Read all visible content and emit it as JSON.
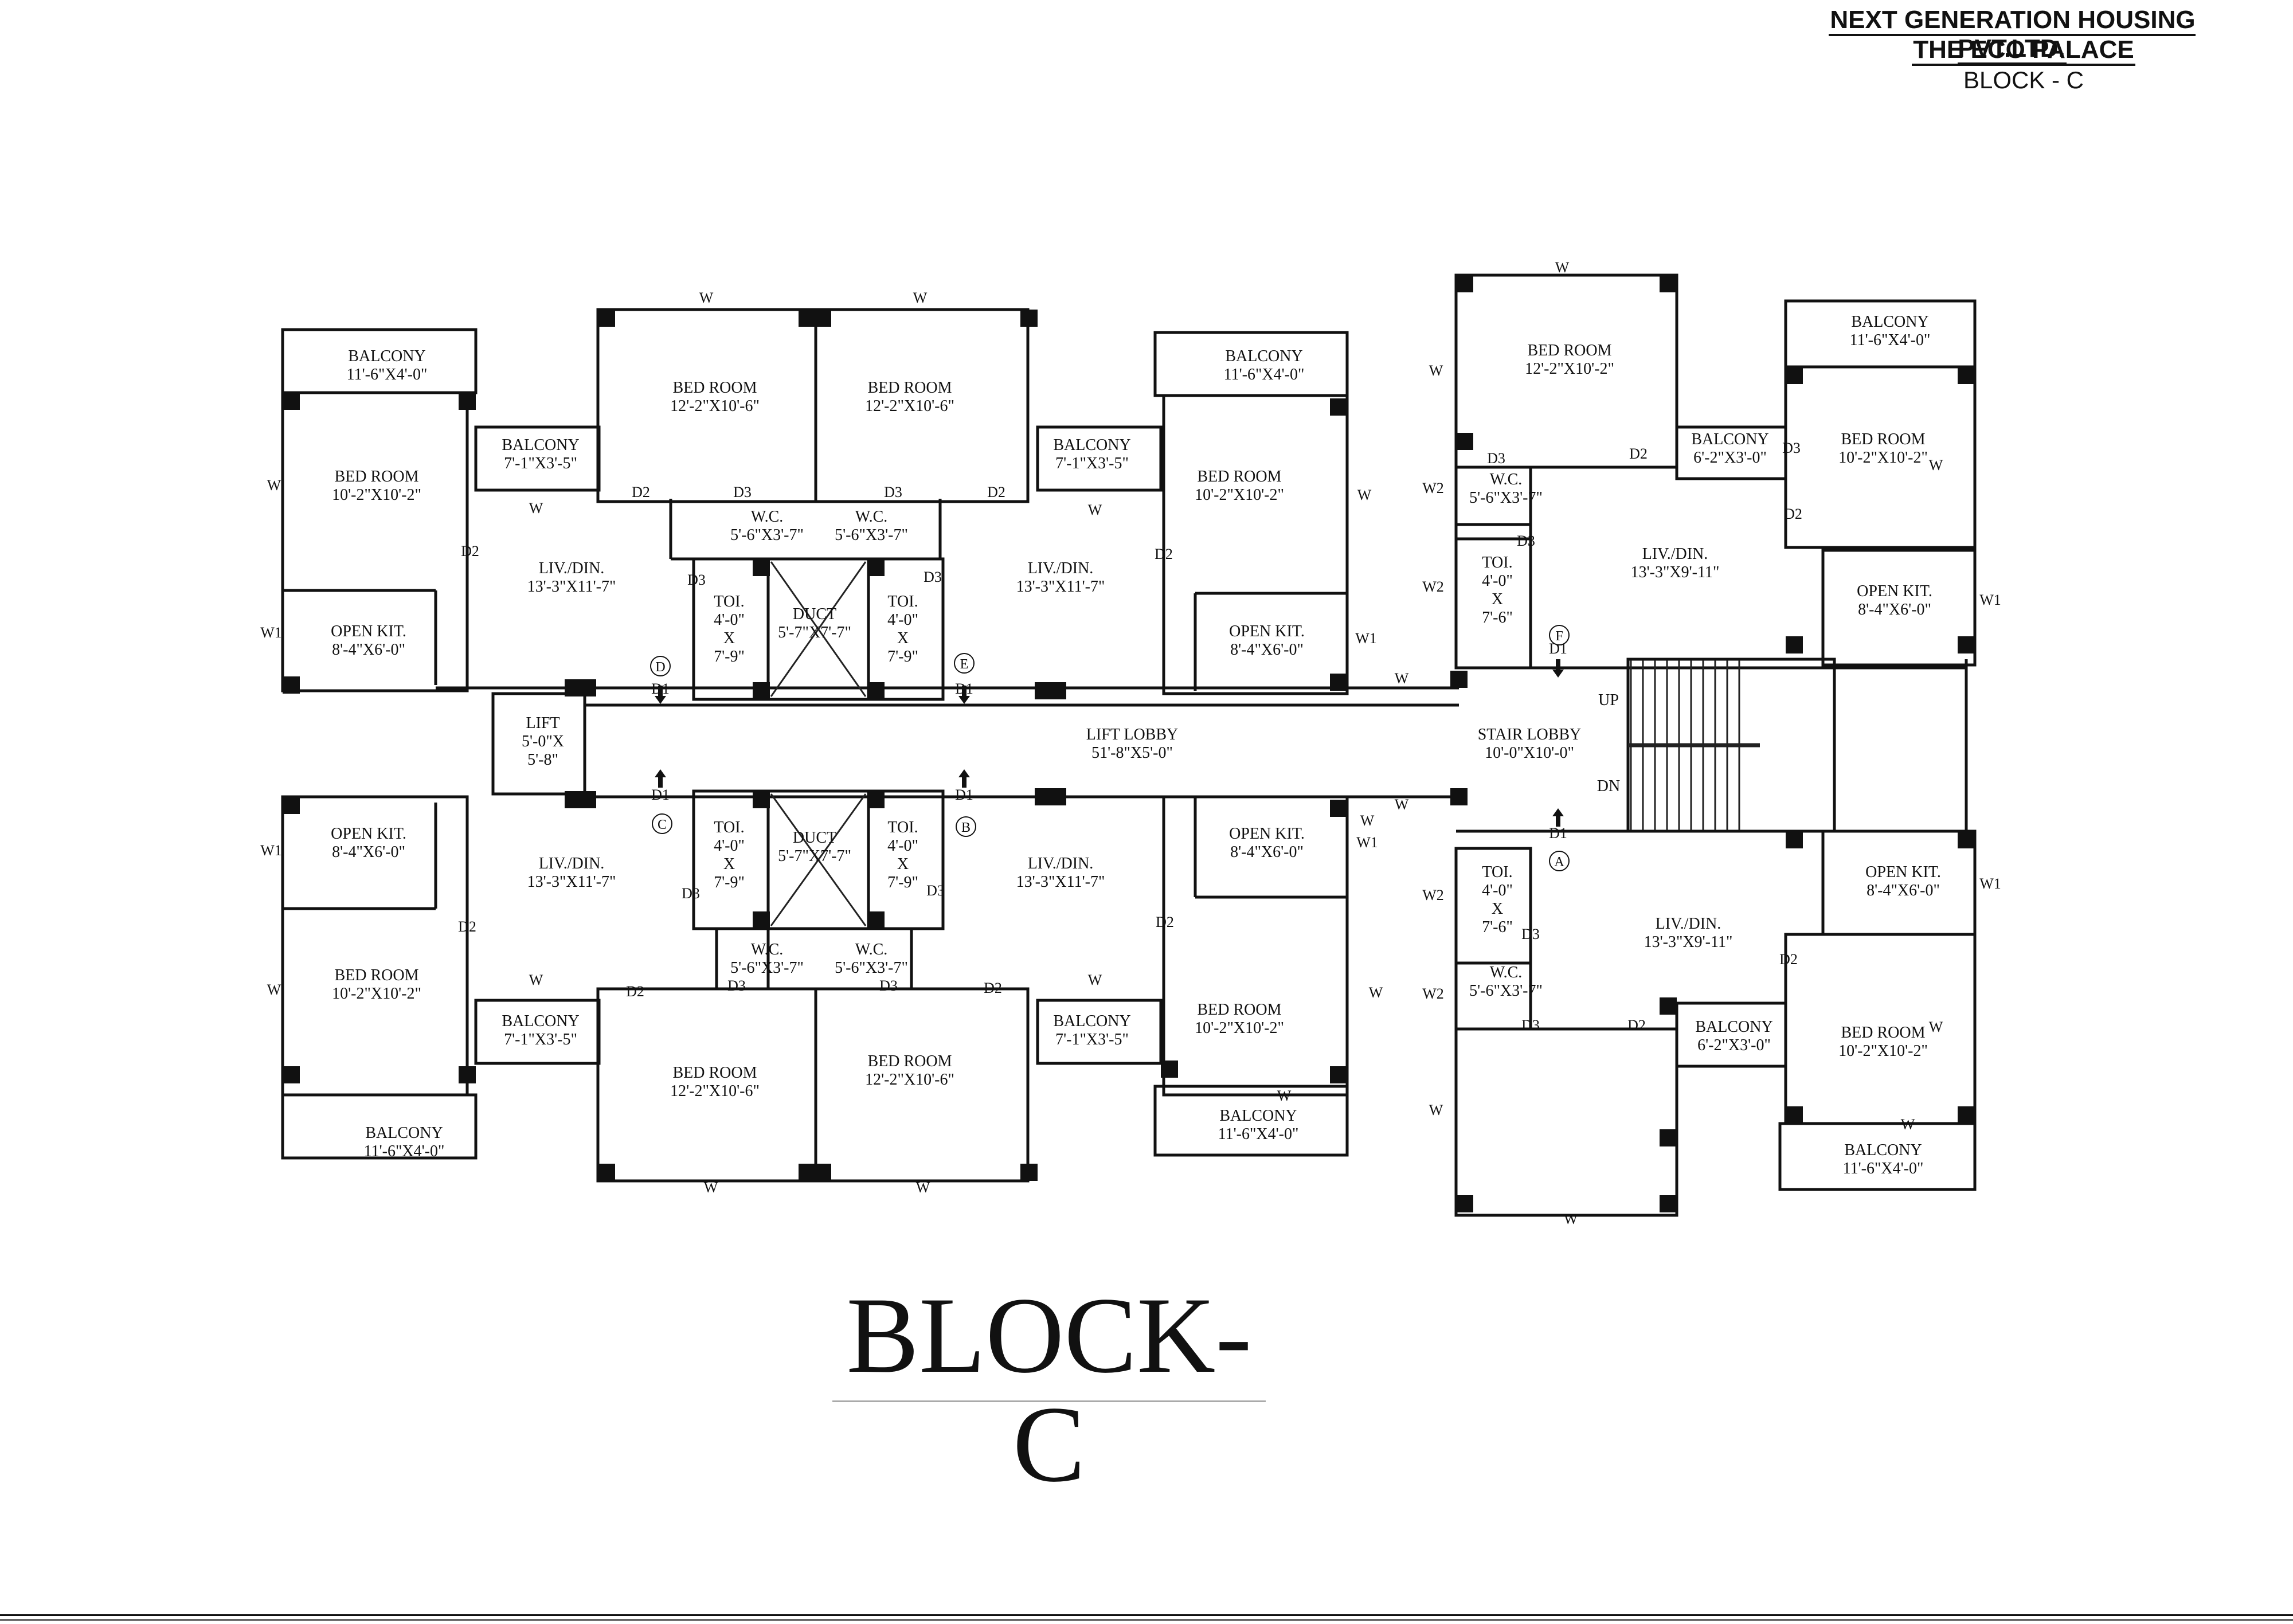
{
  "header": {
    "company": "NEXT GENERATION HOUSING PVT.LTD.",
    "project": "THE ECO PALACE",
    "block": "BLOCK - C"
  },
  "drawing_title": "BLOCK-C",
  "rooms": [
    {
      "id": "D-balcony-top",
      "name": "BALCONY",
      "size": "11'-6\"X4'-0\""
    },
    {
      "id": "D-bedroom-left",
      "name": "BED ROOM",
      "size": "10'-2\"X10'-2\""
    },
    {
      "id": "D-open-kit",
      "name": "OPEN KIT.",
      "size": "8'-4\"X6'-0\""
    },
    {
      "id": "D-balcony-small",
      "name": "BALCONY",
      "size": "7'-1\"X3'-5\""
    },
    {
      "id": "D-bedroom-top",
      "name": "BED ROOM",
      "size": "12'-2\"X10'-6\""
    },
    {
      "id": "D-livdin",
      "name": "LIV./DIN.",
      "size": "13'-3\"X11'-7\""
    },
    {
      "id": "D-wc",
      "name": "W.C.",
      "size": "5'-6\"X3'-7\""
    },
    {
      "id": "D-toi",
      "name": "TOI.",
      "size": "4'-0\"\nX\n7'-9\""
    },
    {
      "id": "duct-top",
      "name": "DUCT",
      "size": "5'-7\"X7'-7\""
    },
    {
      "id": "E-toi",
      "name": "TOI.",
      "size": "4'-0\"\nX\n7'-9\""
    },
    {
      "id": "E-wc",
      "name": "W.C.",
      "size": "5'-6\"X3'-7\""
    },
    {
      "id": "E-bedroom-top",
      "name": "BED ROOM",
      "size": "12'-2\"X10'-6\""
    },
    {
      "id": "E-livdin",
      "name": "LIV./DIN.",
      "size": "13'-3\"X11'-7\""
    },
    {
      "id": "E-balcony-small",
      "name": "BALCONY",
      "size": "7'-1\"X3'-5\""
    },
    {
      "id": "E-balcony-top",
      "name": "BALCONY",
      "size": "11'-6\"X4'-0\""
    },
    {
      "id": "E-bedroom-right",
      "name": "BED ROOM",
      "size": "10'-2\"X10'-2\""
    },
    {
      "id": "E-open-kit",
      "name": "OPEN KIT.",
      "size": "8'-4\"X6'-0\""
    },
    {
      "id": "lift",
      "name": "LIFT",
      "size": "5'-0\"X\n5'-8\""
    },
    {
      "id": "lift-lobby",
      "name": "LIFT LOBBY",
      "size": "51'-8\"X5'-0\""
    },
    {
      "id": "stair-lobby",
      "name": "STAIR LOBBY",
      "size": "10'-0\"X10'-0\""
    },
    {
      "id": "C-open-kit",
      "name": "OPEN KIT.",
      "size": "8'-4\"X6'-0\""
    },
    {
      "id": "C-livdin",
      "name": "LIV./DIN.",
      "size": "13'-3\"X11'-7\""
    },
    {
      "id": "C-bedroom-left",
      "name": "BED ROOM",
      "size": "10'-2\"X10'-2\""
    },
    {
      "id": "C-balcony-small",
      "name": "BALCONY",
      "size": "7'-1\"X3'-5\""
    },
    {
      "id": "C-balcony-bottom",
      "name": "BALCONY",
      "size": "11'-6\"X4'-0\""
    },
    {
      "id": "C-toi",
      "name": "TOI.",
      "size": "4'-0\"\nX\n7'-9\""
    },
    {
      "id": "duct-bottom",
      "name": "DUCT",
      "size": "5'-7\"X7'-7\""
    },
    {
      "id": "B-toi",
      "name": "TOI.",
      "size": "4'-0\"\nX\n7'-9\""
    },
    {
      "id": "C-wc",
      "name": "W.C.",
      "size": "5'-6\"X3'-7\""
    },
    {
      "id": "B-wc",
      "name": "W.C.",
      "size": "5'-6\"X3'-7\""
    },
    {
      "id": "C-bedroom-bottom",
      "name": "BED ROOM",
      "size": "12'-2\"X10'-6\""
    },
    {
      "id": "B-bedroom-bottom",
      "name": "BED ROOM",
      "size": "12'-2\"X10'-6\""
    },
    {
      "id": "B-livdin",
      "name": "LIV./DIN.",
      "size": "13'-3\"X11'-7\""
    },
    {
      "id": "B-open-kit",
      "name": "OPEN KIT.",
      "size": "8'-4\"X6'-0\""
    },
    {
      "id": "B-balcony-small",
      "name": "BALCONY",
      "size": "7'-1\"X3'-5\""
    },
    {
      "id": "B-bedroom-right",
      "name": "BED ROOM",
      "size": "10'-2\"X10'-2\""
    },
    {
      "id": "B-balcony-bottom",
      "name": "BALCONY",
      "size": "11'-6\"X4'-0\""
    },
    {
      "id": "F-bedroom-top",
      "name": "BED ROOM",
      "size": "12'-2\"X10'-2\""
    },
    {
      "id": "F-wc",
      "name": "W.C.",
      "size": "5'-6\"X3'-7\""
    },
    {
      "id": "F-toi",
      "name": "TOI.",
      "size": "4'-0\"\nX\n7'-6\""
    },
    {
      "id": "F-balcony-small",
      "name": "BALCONY",
      "size": "6'-2\"X3'-0\""
    },
    {
      "id": "F-livdin",
      "name": "LIV./DIN.",
      "size": "13'-3\"X9'-11\""
    },
    {
      "id": "F-balcony-top",
      "name": "BALCONY",
      "size": "11'-6\"X4'-0\""
    },
    {
      "id": "F-bedroom-right",
      "name": "BED ROOM",
      "size": "10'-2\"X10'-2\""
    },
    {
      "id": "F-open-kit",
      "name": "OPEN KIT.",
      "size": "8'-4\"X6'-0\""
    },
    {
      "id": "A-toi",
      "name": "TOI.",
      "size": "4'-0\"\nX\n7'-6\""
    },
    {
      "id": "A-wc",
      "name": "W.C.",
      "size": "5'-6\"X3'-7\""
    },
    {
      "id": "A-livdin",
      "name": "LIV./DIN.",
      "size": "13'-3\"X9'-11\""
    },
    {
      "id": "A-open-kit",
      "name": "OPEN KIT.",
      "size": "8'-4\"X6'-0\""
    },
    {
      "id": "A-balcony-small",
      "name": "BALCONY",
      "size": "6'-2\"X3'-0\""
    },
    {
      "id": "A-bedroom-right",
      "name": "BED ROOM",
      "size": "10'-2\"X10'-2\""
    },
    {
      "id": "A-balcony-bottom",
      "name": "BALCONY",
      "size": "11'-6\"X4'-0\""
    }
  ],
  "flat_markers": [
    "D",
    "E",
    "C",
    "B",
    "F",
    "A"
  ],
  "stair_labels": {
    "up": "UP",
    "down": "DN"
  },
  "opening_tags": [
    "W",
    "W1",
    "W2",
    "D1",
    "D2",
    "D3"
  ]
}
